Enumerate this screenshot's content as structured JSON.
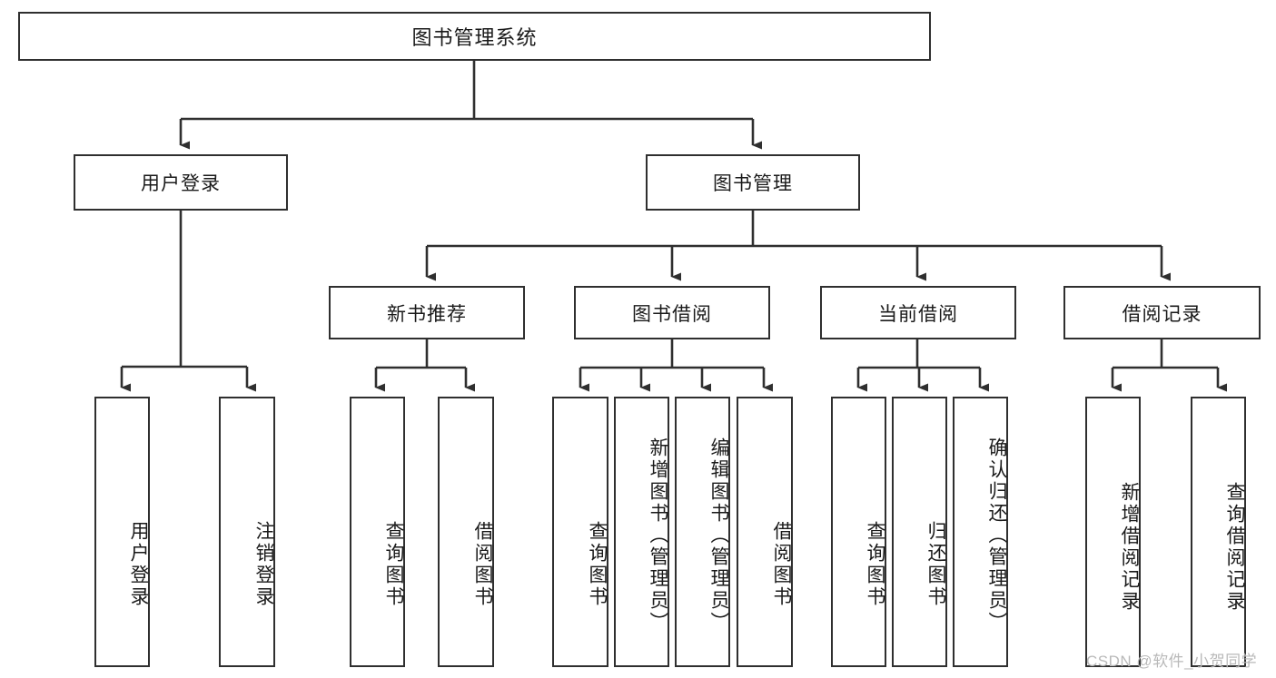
{
  "diagram": {
    "title": "图书管理系统",
    "type": "tree",
    "root": {
      "label": "图书管理系统"
    },
    "level1": [
      {
        "label": "用户登录"
      },
      {
        "label": "图书管理"
      }
    ],
    "level2": [
      {
        "label": "新书推荐"
      },
      {
        "label": "图书借阅"
      },
      {
        "label": "当前借阅"
      },
      {
        "label": "借阅记录"
      }
    ],
    "leaves": {
      "user_login": [
        {
          "label": "用户登录"
        },
        {
          "label": "注销登录"
        }
      ],
      "new_book_recommend": [
        {
          "label": "查询图书"
        },
        {
          "label": "借阅图书"
        }
      ],
      "book_borrow": [
        {
          "label": "查询图书"
        },
        {
          "label": "新增图书（管理员）"
        },
        {
          "label": "编辑图书（管理员）"
        },
        {
          "label": "借阅图书"
        }
      ],
      "current_borrow": [
        {
          "label": "查询图书"
        },
        {
          "label": "归还图书"
        },
        {
          "label": "确认归还（管理员）"
        }
      ],
      "borrow_record": [
        {
          "label": "新增借阅记录"
        },
        {
          "label": "查询借阅记录"
        }
      ]
    }
  },
  "watermark": {
    "text": "CSDN @软件_小贺同学"
  },
  "colors": {
    "stroke": "#2f2f2f",
    "background": "#ffffff",
    "text": "#1a1a1a",
    "watermark": "#b9b9b9"
  }
}
